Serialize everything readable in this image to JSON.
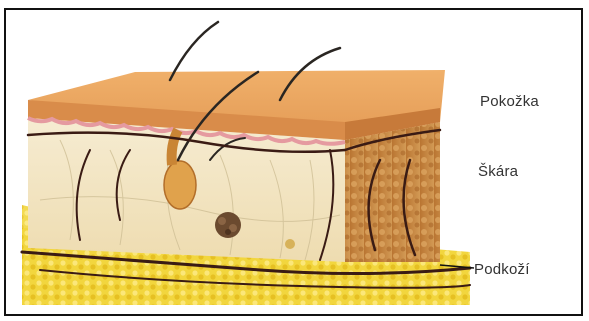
{
  "labels": {
    "epidermis": "Pokožka",
    "dermis": "Škára",
    "hypodermis": "Podkoží"
  },
  "colors": {
    "epidermis_top": "#e9a35c",
    "epidermis_front": "#d98c4a",
    "dermis": "#f3e6c4",
    "side_tissue": "#c4843e",
    "fat": "#f0d33a",
    "blood_vessel": "#3a1b14",
    "hair": "#2a2622"
  }
}
